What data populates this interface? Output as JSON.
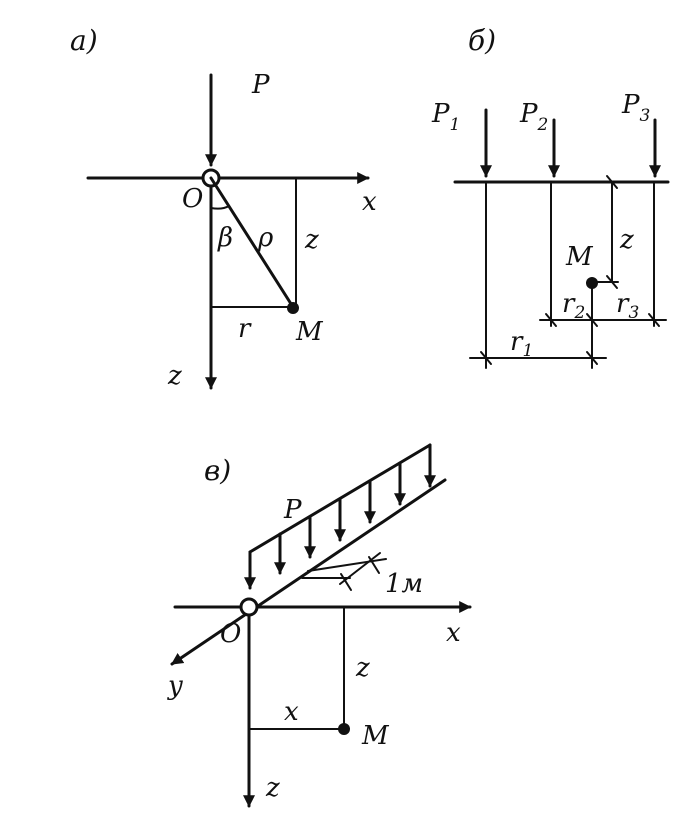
{
  "panel_a": {
    "title": "а)",
    "P": "P",
    "O": "O",
    "x": "x",
    "z_axis": "z",
    "beta": "β",
    "rho": "ρ",
    "z_dim": "z",
    "r": "r",
    "M": "M"
  },
  "panel_b": {
    "title": "б)",
    "P1": {
      "base": "P",
      "sub": "1"
    },
    "P2": {
      "base": "P",
      "sub": "2"
    },
    "P3": {
      "base": "P",
      "sub": "3"
    },
    "M": "M",
    "z_dim": "z",
    "r1": {
      "base": "r",
      "sub": "1"
    },
    "r2": {
      "base": "r",
      "sub": "2"
    },
    "r3": {
      "base": "r",
      "sub": "3"
    }
  },
  "panel_c": {
    "title": "в)",
    "P": "P",
    "dim_1m": "1м",
    "O": "O",
    "x": "x",
    "y": "y",
    "z_axis": "z",
    "z_dim": "z",
    "x_dim": "x",
    "M": "M"
  }
}
